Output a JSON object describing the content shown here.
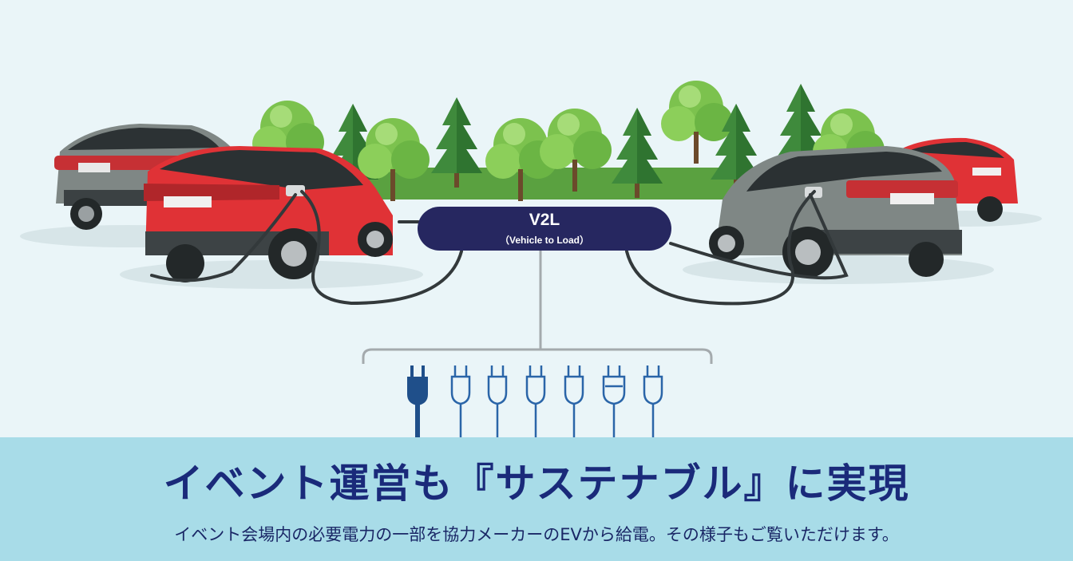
{
  "v2l": {
    "title": "V2L",
    "subtitle": "（Vehicle to Load）"
  },
  "headline": "イベント運営も『サステナブル』に実現",
  "subtext": "イベント会場内の必要電力の一部を協力メーカーのEVから給電。その様子もご覧いただけます。",
  "colors": {
    "background": "#eaf5f8",
    "banner": "#a8dce8",
    "headline": "#1a2a7a",
    "pill": "#262760",
    "plug_active": "#1f4f8a",
    "plug_outline": "#2a65a8",
    "car_red": "#e03236",
    "car_gray": "#7f8785"
  },
  "icons": [
    "red-car-icon",
    "gray-car-icon",
    "tree-icon",
    "pine-tree-icon",
    "plug-icon",
    "charging-cable-icon"
  ],
  "plugs": {
    "count": 7,
    "active_index": 0
  }
}
